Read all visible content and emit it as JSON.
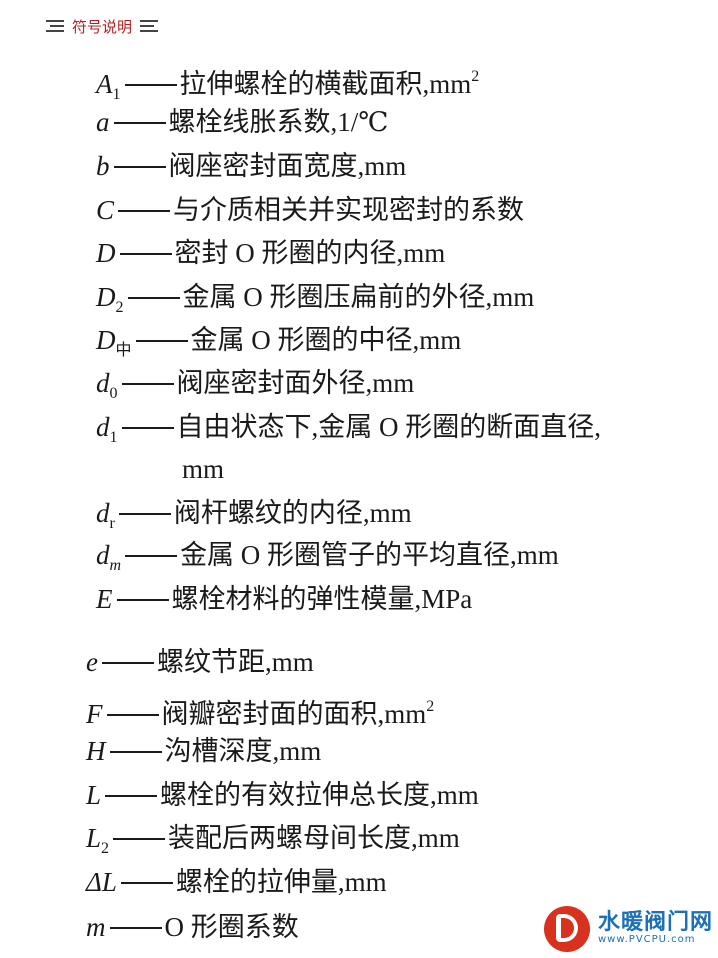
{
  "header": {
    "title": "符号说明"
  },
  "entries": [
    {
      "sym": "A",
      "sub": "1",
      "desc": "拉伸螺栓的横截面积,mm",
      "sup": "2"
    },
    {
      "sym": "a",
      "desc": "螺栓线胀系数,1/℃"
    },
    {
      "sym": "b",
      "desc": "阀座密封面宽度,mm"
    },
    {
      "sym": "C",
      "desc": "与介质相关并实现密封的系数"
    },
    {
      "sym": "D",
      "desc": "密封 O 形圈的内径,mm"
    },
    {
      "sym": "D",
      "sub": "2",
      "desc": "金属 O 形圈压扁前的外径,mm"
    },
    {
      "sym": "D",
      "sub": "中",
      "desc": "金属 O 形圈的中径,mm"
    },
    {
      "sym": "d",
      "sub": "0",
      "desc": "阀座密封面外径,mm"
    },
    {
      "sym": "d",
      "sub": "1",
      "desc": "自由状态下,金属 O 形圈的断面直径,",
      "cont": "mm"
    },
    {
      "sym": "d",
      "sub": "r",
      "desc": "阀杆螺纹的内径,mm"
    },
    {
      "sym": "d",
      "sub": "m",
      "desc": "金属 O 形圈管子的平均直径,mm"
    },
    {
      "sym": "E",
      "desc": "螺栓材料的弹性模量,MPa"
    },
    {
      "sym": "e",
      "desc": "螺纹节距,mm"
    },
    {
      "sym": "F",
      "desc": "阀瓣密封面的面积,mm",
      "sup": "2"
    },
    {
      "sym": "H",
      "desc": "沟槽深度,mm"
    },
    {
      "sym": "L",
      "desc": "螺栓的有效拉伸总长度,mm"
    },
    {
      "sym": "L",
      "sub": "2",
      "desc": "装配后两螺母间长度,mm"
    },
    {
      "sym": "ΔL",
      "desc": "螺栓的拉伸量,mm"
    },
    {
      "sym": "m",
      "desc": "O 形圈系数"
    }
  ],
  "watermark": {
    "name": "水暖阀门网",
    "url": "www.PVCPU.com"
  }
}
